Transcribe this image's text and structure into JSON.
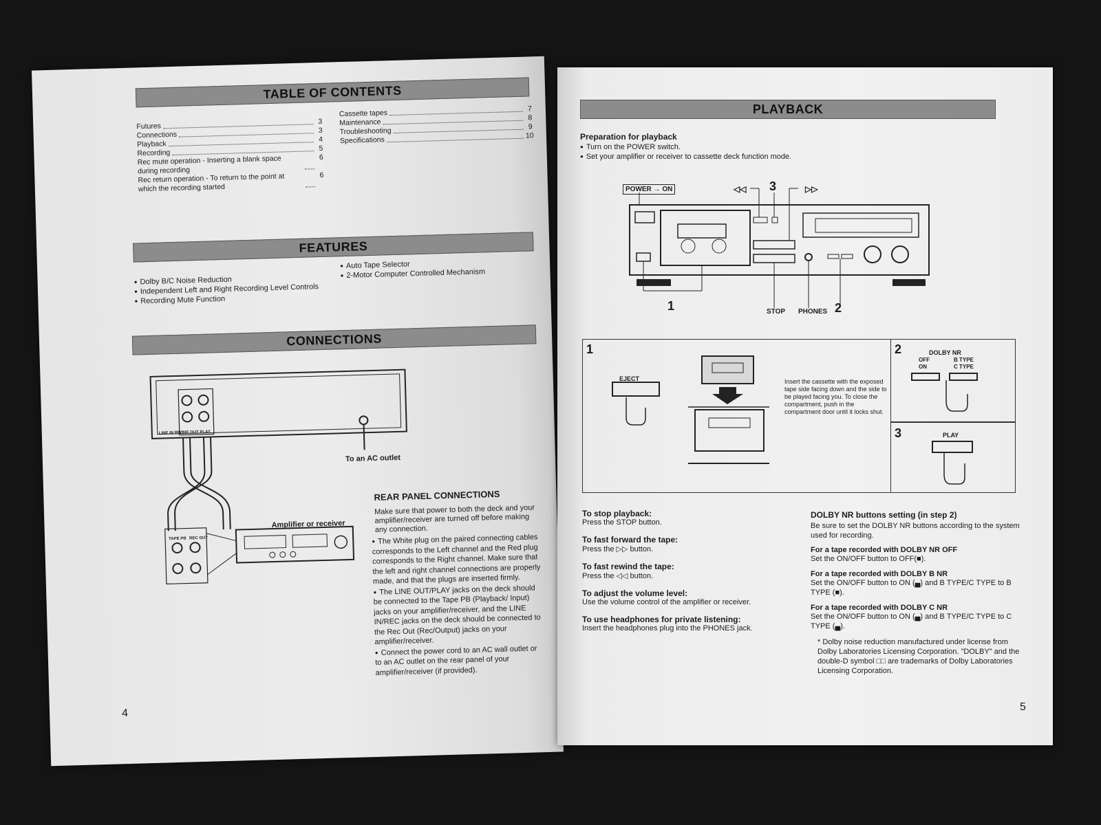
{
  "left": {
    "toc": {
      "title": "TABLE OF CONTENTS",
      "col1": [
        {
          "t": "Futures",
          "p": "3"
        },
        {
          "t": "Connections",
          "p": "3"
        },
        {
          "t": "Playback",
          "p": "4"
        },
        {
          "t": "Recording",
          "p": "5"
        },
        {
          "t": "Rec mute operation - Inserting a blank space during recording",
          "p": "6"
        },
        {
          "t": "Rec return operation - To return to the point at which the recording started",
          "p": "6"
        }
      ],
      "col2": [
        {
          "t": "Cassette tapes",
          "p": "7"
        },
        {
          "t": "Maintenance",
          "p": "8"
        },
        {
          "t": "Troubleshooting",
          "p": "9"
        },
        {
          "t": "Specifications",
          "p": "10"
        }
      ]
    },
    "features": {
      "title": "FEATURES",
      "col1": [
        "Dolby B/C Noise Reduction",
        "Independent Left and Right Recording Level Controls",
        "Recording Mute Function"
      ],
      "col2": [
        "Auto Tape Selector",
        "2-Motor Computer Controlled Mechanism"
      ]
    },
    "connections": {
      "title": "CONNECTIONS",
      "ac_label": "To an AC outlet",
      "amp_label": "Amplifier or receiver",
      "line_in": "LINE IN REC",
      "line_out": "LINE OUT PLAY",
      "tape_pb": "TAPE PB",
      "rec_out": "REC OUT",
      "rear_title": "REAR PANEL CONNECTIONS",
      "rear_intro": "Make sure that power to both the deck and your amplifier/receiver are turned off before making any connection.",
      "rear_bullets": [
        "The White plug on the paired connecting cables corresponds to the Left channel and the Red plug corresponds to the Right channel. Make sure that the left and right channel connections are properly made, and that the plugs are inserted firmly.",
        "The LINE OUT/PLAY jacks on the deck should be connected to the Tape PB (Playback/ Input) jacks on your amplifier/receiver, and the LINE IN/REC jacks on the deck should be connected to the Rec Out (Rec/Output) jacks on your amplifier/receiver.",
        "Connect the power cord to an AC wall outlet or to an AC outlet on the rear panel of your amplifier/receiver (if provided)."
      ]
    },
    "page_number": "4"
  },
  "right": {
    "title": "PLAYBACK",
    "prep_title": "Preparation for playback",
    "prep_items": [
      "Turn on the POWER switch.",
      "Set your amplifier or receiver to cassette deck function mode."
    ],
    "diagram": {
      "power_label": "POWER → ON",
      "rew_sym": "◁◁",
      "ff_sym": "▷▷",
      "num1": "1",
      "num2": "2",
      "num3": "3",
      "stop_label": "STOP",
      "phones_label": "PHONES"
    },
    "steps": {
      "eject_label": "EJECT",
      "insert_text": "Insert the cassette with the exposed tape side facing down and the side to be played facing you. To close the compartment, push in the compartment door until it locks shut.",
      "dolby_title": "DOLBY NR",
      "dolby_off": "OFF",
      "dolby_on": "ON",
      "dolby_b": "B TYPE",
      "dolby_c": "C TYPE",
      "play_label": "PLAY"
    },
    "instructions": [
      {
        "h": "To stop playback:",
        "b": "Press the STOP button."
      },
      {
        "h": "To fast forward the tape:",
        "b": "Press the ▷▷ button."
      },
      {
        "h": "To fast rewind the tape:",
        "b": "Press the ◁◁ button."
      },
      {
        "h": "To adjust the volume level:",
        "b": "Use the volume control of the amplifier or receiver."
      },
      {
        "h": "To use headphones for private listening:",
        "b": "Insert the headphones plug into the PHONES jack."
      }
    ],
    "dolby": {
      "title": "DOLBY NR buttons setting (in step 2)",
      "intro": "Be sure to set the DOLBY NR buttons according to the system used for recording.",
      "items": [
        {
          "h": "For a tape recorded with DOLBY NR OFF",
          "b": "Set the ON/OFF button to OFF(■)."
        },
        {
          "h": "For a tape recorded with DOLBY B NR",
          "b": "Set the ON/OFF button to ON (▄) and B TYPE/C TYPE to B TYPE (■)."
        },
        {
          "h": "For a tape recorded with DOLBY C NR",
          "b": "Set the ON/OFF button to ON (▄) and B TYPE/C TYPE to C TYPE (▄)."
        }
      ],
      "footnote": "* Dolby noise reduction manufactured under license from Dolby Laboratories Licensing Corporation. \"DOLBY\" and the double-D symbol □□ are trademarks of Dolby Laboratories Licensing Corporation."
    },
    "page_number": "5"
  }
}
